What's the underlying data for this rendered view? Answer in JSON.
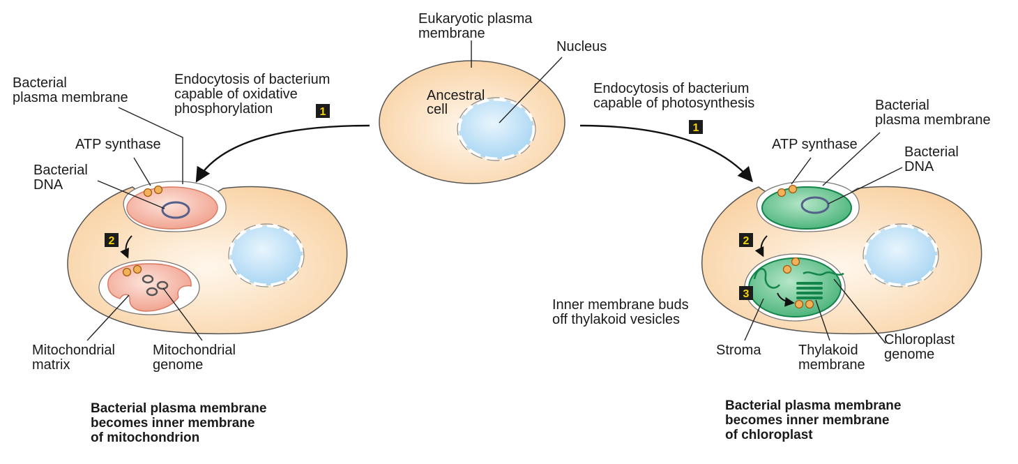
{
  "labels": {
    "eukaryotic_membrane": [
      "Eukaryotic plasma",
      "membrane"
    ],
    "nucleus": "Nucleus",
    "ancestral_cell": [
      "Ancestral",
      "cell"
    ],
    "left_endocytosis": [
      "Endocytosis of bacterium",
      "capable of oxidative",
      "phosphorylation"
    ],
    "right_endocytosis": [
      "Endocytosis of bacterium",
      "capable of photosynthesis"
    ],
    "left_bacterial_membrane": [
      "Bacterial",
      "plasma membrane"
    ],
    "right_bacterial_membrane": [
      "Bacterial",
      "plasma membrane"
    ],
    "left_atp": "ATP synthase",
    "right_atp": "ATP synthase",
    "left_dna": [
      "Bacterial",
      "DNA"
    ],
    "right_dna": [
      "Bacterial",
      "DNA"
    ],
    "mito_matrix": [
      "Mitochondrial",
      "matrix"
    ],
    "mito_genome": [
      "Mitochondrial",
      "genome"
    ],
    "inner_buds": [
      "Inner membrane buds",
      "off thylakoid vesicles"
    ],
    "stroma": "Stroma",
    "thylakoid": [
      "Thylakoid",
      "membrane"
    ],
    "chloro_genome": [
      "Chloroplast",
      "genome"
    ]
  },
  "steps": {
    "one": "1",
    "two": "2",
    "three": "3"
  },
  "captions": {
    "left": [
      "Bacterial plasma membrane",
      "becomes inner membrane",
      "of mitochondrion"
    ],
    "right": [
      "Bacterial plasma membrane",
      "becomes inner membrane",
      "of chloroplast"
    ]
  },
  "colors": {
    "cell_fill": "#fbd9b0",
    "nucleus_fill": "#bfe0f7",
    "mito_fill": "#f3a593",
    "chloro_fill": "#5cbf8a",
    "chloro_stroke": "#13844a",
    "step_box": "#1c1c1c",
    "step_text": "#f5d400",
    "atp": "#e79a3a"
  }
}
